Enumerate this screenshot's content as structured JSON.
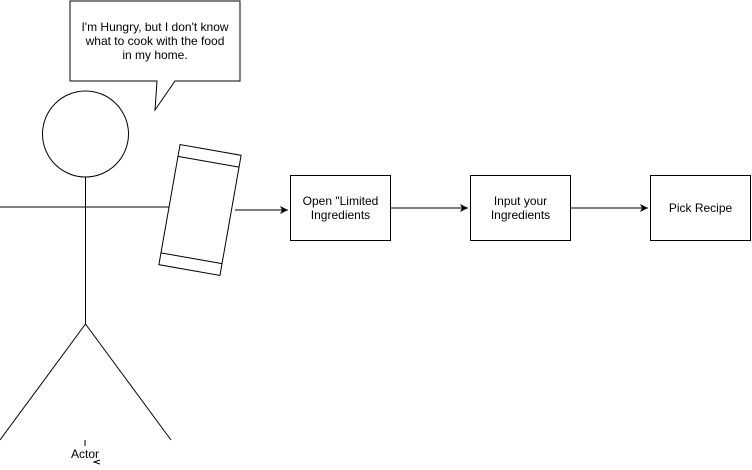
{
  "speech_bubble": {
    "text": "I'm Hungry, but I don't know\nwhat to cook with the food\nin my home."
  },
  "actor": {
    "label": "Actor"
  },
  "process": [
    {
      "label": "Open \"Limited\nIngredients"
    },
    {
      "label": "Input your\nIngredients"
    },
    {
      "label": "Pick Recipe"
    }
  ],
  "colors": {
    "stroke": "#000000",
    "fill": "#ffffff",
    "background": "#ffffff"
  }
}
